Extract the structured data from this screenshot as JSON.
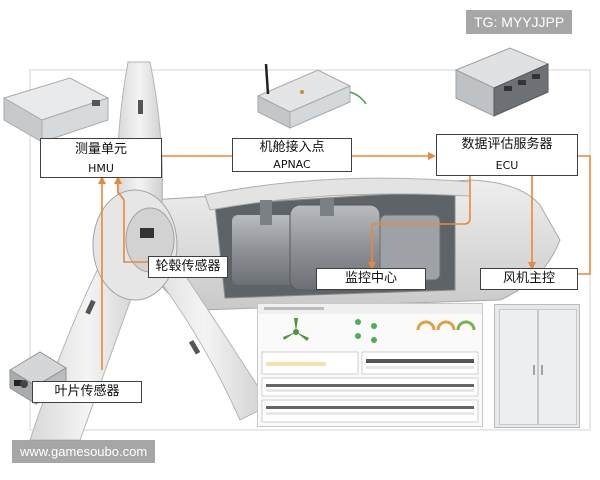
{
  "watermarks": {
    "top_right": "TG: MYYJJPP",
    "bottom_left": "www.gamesoubo.com"
  },
  "nodes": {
    "hmu": {
      "cn": "测量单元",
      "en": "HMU"
    },
    "apnac": {
      "cn": "机舱接入点",
      "en": "APNAC"
    },
    "ecu": {
      "cn": "数据评估服务器",
      "en": "ECU"
    },
    "hub_sensor": {
      "cn": "轮毂传感器"
    },
    "monitor_center": {
      "cn": "监控中心"
    },
    "turbine_controller": {
      "cn": "风机主控"
    },
    "blade_sensor": {
      "cn": "叶片传感器"
    }
  },
  "colors": {
    "connector": "#e8893a",
    "label_border": "#404040",
    "device_body": "#cfd2d4"
  },
  "icons": [
    "hmu-device-icon",
    "apnac-router-icon",
    "ecu-server-icon",
    "blade-sensor-device-icon",
    "control-cabinet-icon",
    "dashboard-screen-icon"
  ]
}
